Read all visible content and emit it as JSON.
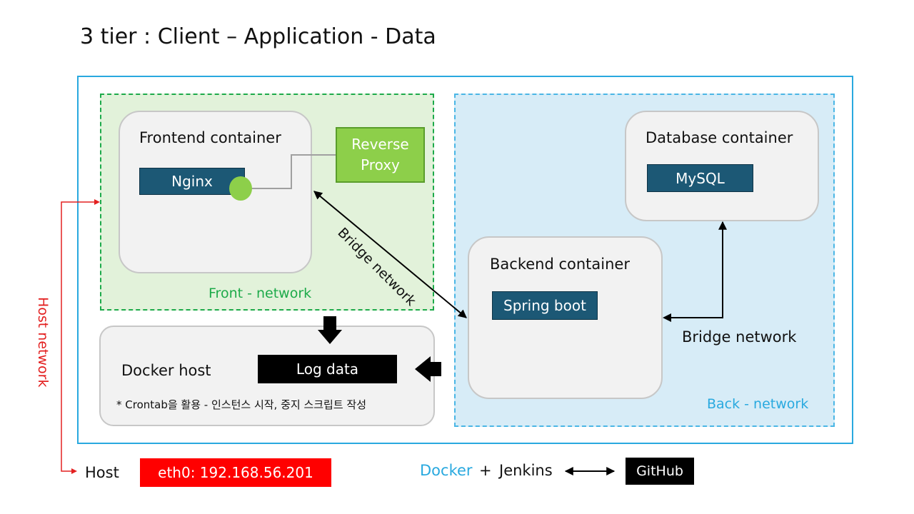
{
  "title": "3 tier : Client – Application - Data",
  "frontend": {
    "title": "Frontend container",
    "chip": "Nginx",
    "proxy_line1": "Reverse",
    "proxy_line2": "Proxy",
    "network_label": "Front - network"
  },
  "database": {
    "title": "Database container",
    "chip": "MySQL"
  },
  "backend": {
    "title": "Backend container",
    "chip": "Spring boot",
    "network_label": "Back - network"
  },
  "bridge_diag_label": "Bridge network",
  "bridge_label": "Bridge network",
  "docker_host": {
    "title": "Docker host",
    "log": "Log data",
    "note": "* Crontab을 활용 - 인스턴스 시작, 중지 스크립트 작성"
  },
  "host_network_label": "Host network",
  "host": {
    "label": "Host",
    "eth": "eth0: 192.168.56.201"
  },
  "ci": {
    "docker": "Docker",
    "plus": "+",
    "jenkins": "Jenkins",
    "github": "GitHub"
  },
  "colors": {
    "outer_border": "#29a9df",
    "front_bg": "#e2f2da",
    "front_border": "#1daa4a",
    "back_bg": "#d7ecf7",
    "back_border": "#4ab6e5",
    "chip": "#1c5875",
    "proxy": "#8dcf4a",
    "host_red": "#ff0000",
    "docker_blue": "#29a9df"
  }
}
